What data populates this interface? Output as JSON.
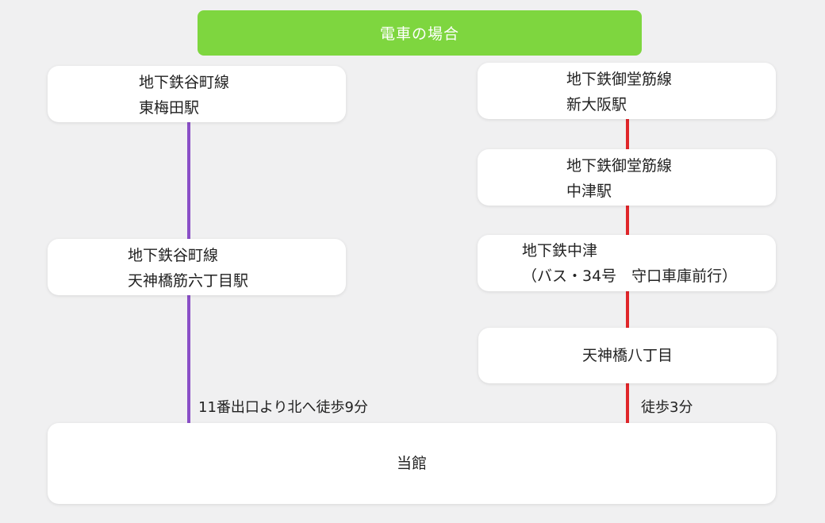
{
  "header": {
    "title": "電車の場合"
  },
  "left_route": {
    "station1": {
      "line": "地下鉄谷町線",
      "name": "東梅田駅"
    },
    "station2": {
      "line": "地下鉄谷町線",
      "name": "天神橋筋六丁目駅"
    },
    "walk_note": "11番出口より北へ徒歩9分"
  },
  "right_route": {
    "station1": {
      "line": "地下鉄御堂筋線",
      "name": "新大阪駅"
    },
    "station2": {
      "line": "地下鉄御堂筋線",
      "name": "中津駅"
    },
    "station3": {
      "line": "地下鉄中津",
      "name": "（バス・34号　守口車庫前行）"
    },
    "station4": {
      "name": "天神橋八丁目"
    },
    "walk_note": "徒歩3分"
  },
  "destination": {
    "name": "当館"
  },
  "colors": {
    "header": "#7ed63f",
    "left_line": "#8a4fc7",
    "right_line": "#e0262a"
  }
}
